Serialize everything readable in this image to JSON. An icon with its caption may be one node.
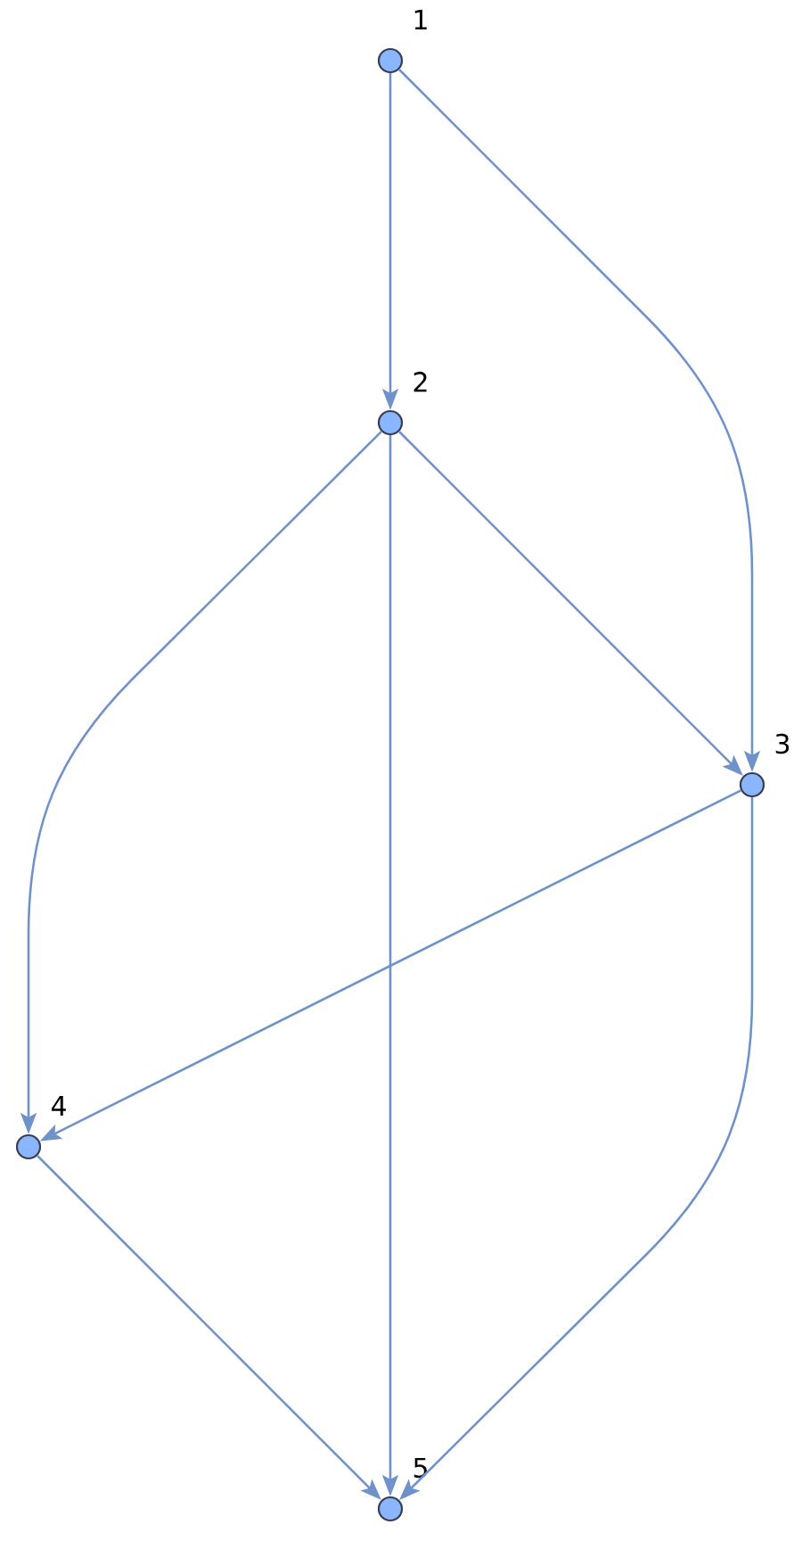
{
  "diagram": {
    "nodes": [
      {
        "text": [],
        "shape": "circle",
        "beside": [
          "1"
        ]
      },
      {
        "text": [],
        "shape": "circle",
        "beside": [
          "2"
        ]
      },
      {
        "text": [],
        "shape": "circle",
        "beside": [
          "3"
        ]
      },
      {
        "text": [],
        "shape": "circle",
        "beside": [
          "4"
        ]
      },
      {
        "text": [],
        "shape": "circle",
        "beside": [
          "5"
        ]
      }
    ],
    "edges": [
      {
        "from": 0,
        "to": 1,
        "arrow": "to"
      },
      {
        "from": 0,
        "to": 2,
        "arrow": "to"
      },
      {
        "from": 1,
        "to": 2,
        "arrow": "to"
      },
      {
        "from": 1,
        "to": 3,
        "arrow": "to"
      },
      {
        "from": 1,
        "to": 4,
        "arrow": "to"
      },
      {
        "from": 2,
        "to": 3,
        "arrow": "to"
      },
      {
        "from": 2,
        "to": 4,
        "arrow": "to"
      },
      {
        "from": 3,
        "to": 4,
        "arrow": "to"
      }
    ]
  }
}
